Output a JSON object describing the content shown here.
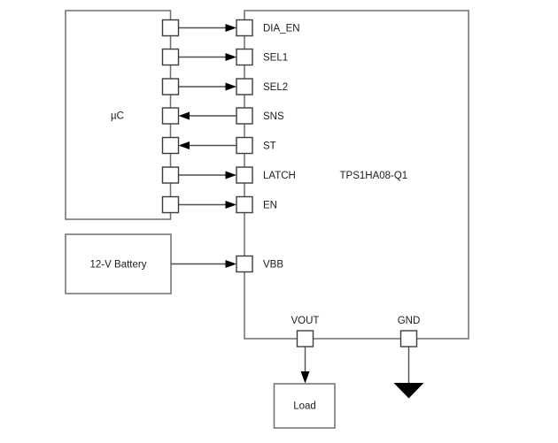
{
  "mcu": {
    "label": "µC"
  },
  "chip": {
    "label": "TPS1HA08-Q1"
  },
  "battery": {
    "label": "12-V Battery"
  },
  "load": {
    "label": "Load"
  },
  "signal_pins": [
    {
      "name": "DIA_EN",
      "direction": "mcu-to-chip"
    },
    {
      "name": "SEL1",
      "direction": "mcu-to-chip"
    },
    {
      "name": "SEL2",
      "direction": "mcu-to-chip"
    },
    {
      "name": "SNS",
      "direction": "chip-to-mcu"
    },
    {
      "name": "ST",
      "direction": "chip-to-mcu"
    },
    {
      "name": "LATCH",
      "direction": "mcu-to-chip"
    },
    {
      "name": "EN",
      "direction": "mcu-to-chip"
    }
  ],
  "supply_pin": {
    "name": "VBB"
  },
  "output_pin": {
    "name": "VOUT"
  },
  "ground_pin": {
    "name": "GND"
  },
  "colors": {
    "bg": "#ffffff",
    "box-stroke": "#6f6f6f",
    "pin-stroke": "#3c3c3c",
    "wire": "#4f4f4f",
    "arrow": "#000000",
    "text": "#1c1c1c"
  }
}
